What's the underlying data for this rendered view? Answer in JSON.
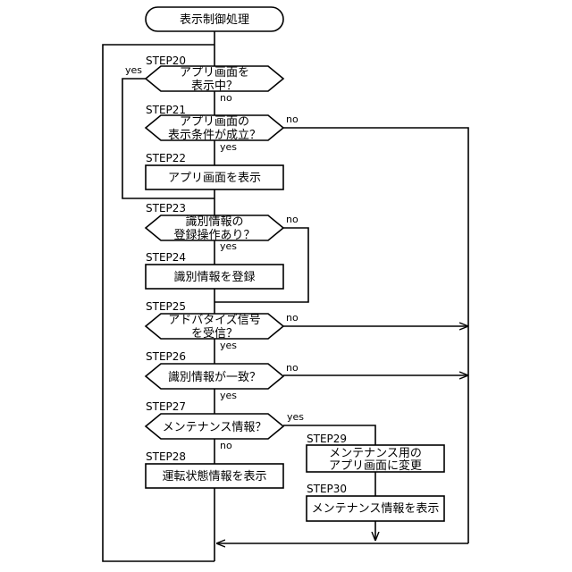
{
  "start": {
    "label": "表示制御処理"
  },
  "steps": [
    {
      "id": "STEP20",
      "kind": "decision",
      "lines": [
        "アプリ画面を",
        "表示中？"
      ],
      "yes": "yes",
      "no": "no"
    },
    {
      "id": "STEP21",
      "kind": "decision",
      "lines": [
        "アプリ画面の",
        "表示条件が成立？"
      ],
      "yes": "yes",
      "no": "no"
    },
    {
      "id": "STEP22",
      "kind": "process",
      "lines": [
        "アプリ画面を表示"
      ]
    },
    {
      "id": "STEP23",
      "kind": "decision",
      "lines": [
        "識別情報の",
        "登録操作あり？"
      ],
      "yes": "yes",
      "no": "no"
    },
    {
      "id": "STEP24",
      "kind": "process",
      "lines": [
        "識別情報を登録"
      ]
    },
    {
      "id": "STEP25",
      "kind": "decision",
      "lines": [
        "アドバタイズ信号",
        "を受信？"
      ],
      "yes": "yes",
      "no": "no"
    },
    {
      "id": "STEP26",
      "kind": "decision",
      "lines": [
        "識別情報が一致？"
      ],
      "yes": "yes",
      "no": "no"
    },
    {
      "id": "STEP27",
      "kind": "decision",
      "lines": [
        "メンテナンス情報？"
      ],
      "yes": "yes",
      "no": "no"
    },
    {
      "id": "STEP28",
      "kind": "process",
      "lines": [
        "運転状態情報を表示"
      ]
    },
    {
      "id": "STEP29",
      "kind": "process",
      "lines": [
        "メンテナンス用の",
        "アプリ画面に変更"
      ]
    },
    {
      "id": "STEP30",
      "kind": "process",
      "lines": [
        "メンテナンス情報を表示"
      ]
    }
  ]
}
